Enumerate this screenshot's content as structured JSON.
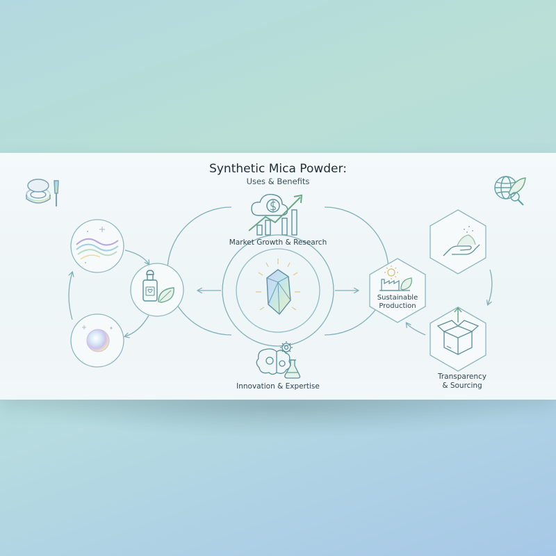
{
  "title": "Synthetic Mica Powder:",
  "subtitle": "Uses & Benefits",
  "labels": {
    "market": "Market Growth & Research",
    "innovation": "Innovation & Expertise",
    "sustainable_line1": "Sustainable",
    "sustainable_line2": "Production",
    "transparency_line1": "Transparency",
    "transparency_line2": "& Sourcing"
  },
  "icons": {
    "top_left": "compact-and-brush-icon",
    "top_right": "globe-leaf-icon",
    "center": "crystal-icon",
    "market": "cloud-dollar-growth-chart-icon",
    "innovation": "brain-gears-flask-icon",
    "sustainable": "factory-sun-leaf-icon",
    "sourcing": "hand-powder-icon",
    "transparency": "open-box-arrow-icon",
    "left_top": "shimmer-waves-icon",
    "left_mid": "serum-bottle-leaf-icon",
    "left_bottom": "iridescent-pearl-icon"
  },
  "colors": {
    "line": "#7fb0b8",
    "accent_teal": "#5a9aa6",
    "accent_green": "#6aa88a",
    "text": "#2b3f49"
  }
}
